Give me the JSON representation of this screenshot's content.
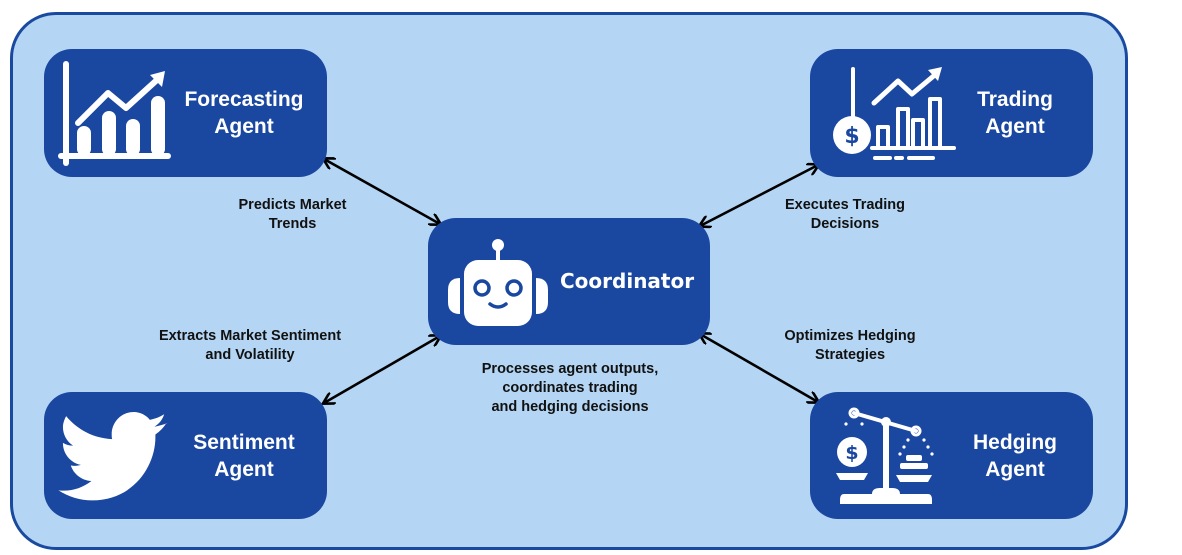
{
  "diagram": {
    "colors": {
      "frame_fill": "#b4d5f3",
      "frame_border": "#1a4aa0",
      "node_fill": "#1a47a0",
      "node_text": "#ffffff",
      "edge": "#000000",
      "caption_text": "#111111"
    },
    "nodes": {
      "forecasting": {
        "line1": "Forecasting",
        "line2": "Agent",
        "icon": "bar-chart-trend-icon"
      },
      "trading": {
        "line1": "Trading",
        "line2": "Agent",
        "icon": "dollar-chart-icon"
      },
      "coordinator": {
        "label": "Coordinator",
        "icon": "robot-icon",
        "description": [
          "Processes agent outputs,",
          "coordinates trading",
          "and hedging decisions"
        ]
      },
      "sentiment": {
        "line1": "Sentiment",
        "line2": "Agent",
        "icon": "bird-icon"
      },
      "hedging": {
        "line1": "Hedging",
        "line2": "Agent",
        "icon": "balance-scale-icon"
      }
    },
    "edges": [
      {
        "from": "forecasting",
        "to": "coordinator",
        "bidirectional": true,
        "label": [
          "Predicts Market",
          "Trends"
        ]
      },
      {
        "from": "trading",
        "to": "coordinator",
        "bidirectional": true,
        "label": [
          "Executes Trading",
          "Decisions"
        ]
      },
      {
        "from": "sentiment",
        "to": "coordinator",
        "bidirectional": true,
        "label": [
          "Extracts Market Sentiment",
          "and Volatility"
        ]
      },
      {
        "from": "hedging",
        "to": "coordinator",
        "bidirectional": true,
        "label": [
          "Optimizes Hedging",
          "Strategies"
        ]
      }
    ]
  }
}
